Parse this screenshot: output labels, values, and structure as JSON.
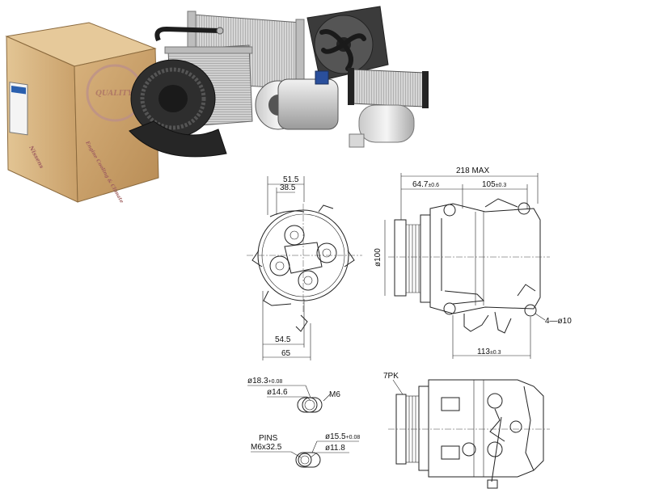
{
  "product_photo": {
    "box_brand_text": "Nissens",
    "box_side_text": "Engine Cooling & Climate",
    "box_stamp_text": "QUALITY",
    "box_items": [
      "condenser",
      "radiator fan",
      "blower motor",
      "evaporator",
      "a/c compressor",
      "heater core",
      "receiver drier"
    ]
  },
  "drawing": {
    "front_view": {
      "dim_51_5": "51.5",
      "dim_38_5": "38.5",
      "dim_54_5": "54.5",
      "dim_65": "65"
    },
    "side_view": {
      "dim_218": "218 MAX",
      "dim_64_7": "64.7",
      "dim_64_7_tol": "±0.6",
      "dim_105": "105",
      "dim_105_tol": "±0.3",
      "dim_100": "ø100",
      "dim_113": "113",
      "dim_113_tol": "±0.3",
      "dim_holes": "4—ø10"
    },
    "port_top": {
      "dia_outer": "ø18.3",
      "dia_outer_tol": "+0.08",
      "dia_inner": "ø14.6",
      "thread": "M6"
    },
    "port_bottom": {
      "pins_label": "PINS",
      "pins_size": "M6x32.5",
      "dia_outer": "ø15.5",
      "dia_outer_tol": "+0.08",
      "dia_inner": "ø11.8"
    },
    "bottom_view": {
      "pulley_label": "7PK"
    }
  }
}
